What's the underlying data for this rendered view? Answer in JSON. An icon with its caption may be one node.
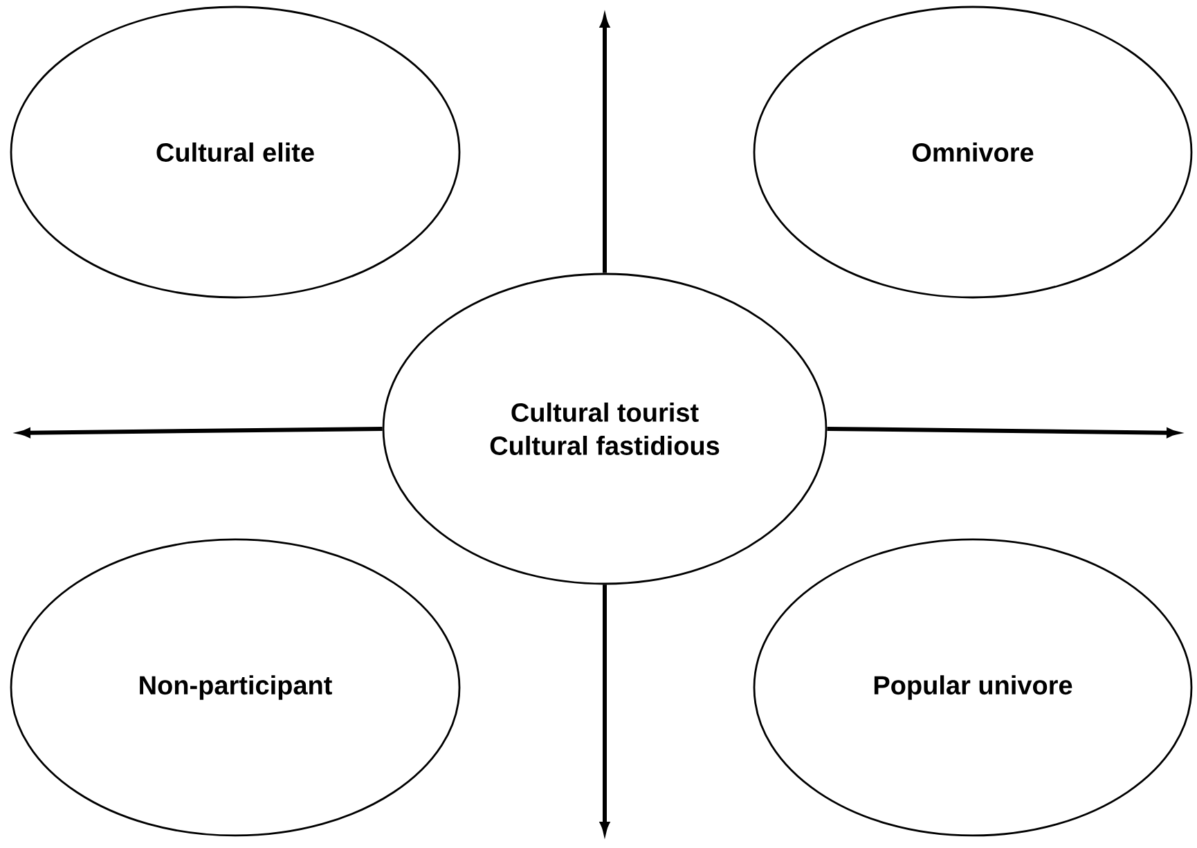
{
  "diagram": {
    "nodes": [
      {
        "text": [
          "Cultural elite"
        ]
      },
      {
        "text": [
          "Omnivore"
        ]
      },
      {
        "text": [
          "Cultural tourist",
          "Cultural fastidious"
        ]
      },
      {
        "text": [
          "Non-participant"
        ]
      },
      {
        "text": [
          "Popular univore"
        ]
      }
    ],
    "edges": [
      {
        "from": 2,
        "to": null,
        "arrow": "to"
      },
      {
        "from": 2,
        "to": null,
        "arrow": "to"
      },
      {
        "from": 2,
        "to": null,
        "arrow": "to"
      },
      {
        "from": 2,
        "to": null,
        "arrow": "to"
      }
    ]
  }
}
